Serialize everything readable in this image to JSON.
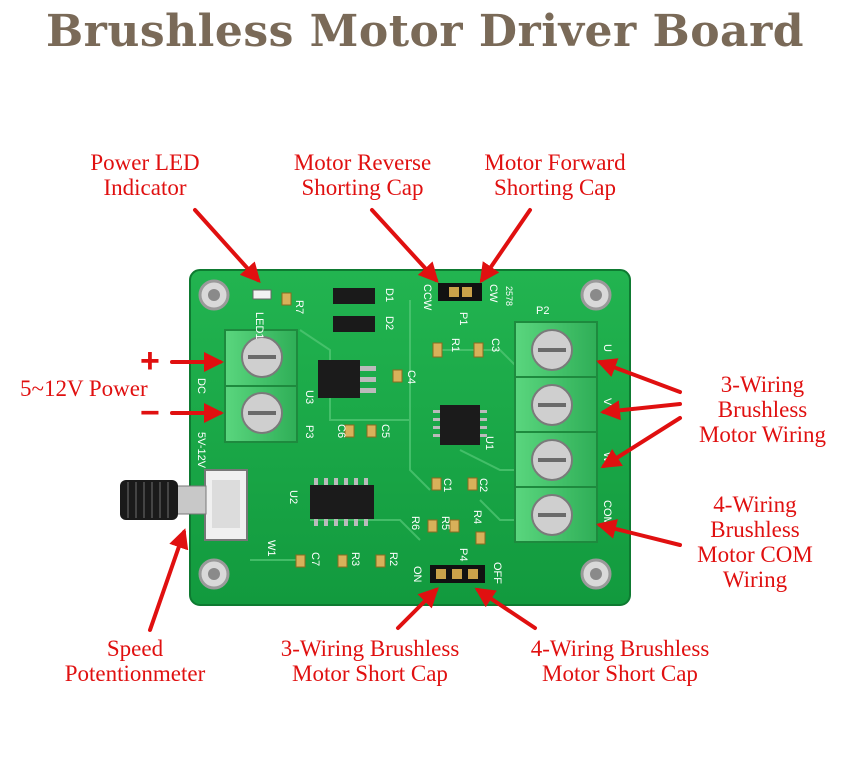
{
  "title": "Brushless Motor Driver Board",
  "callouts": {
    "power_led": [
      "Power LED",
      "Indicator"
    ],
    "motor_reverse": [
      "Motor Reverse",
      "Shorting Cap"
    ],
    "motor_forward": [
      "Motor Forward",
      "Shorting Cap"
    ],
    "power": "5~12V Power",
    "wiring3": [
      "3-Wiring",
      "Brushless",
      "Motor Wiring"
    ],
    "wiring4": [
      "4-Wiring",
      "Brushless",
      "Motor COM",
      "Wiring"
    ],
    "speed_pot": [
      "Speed",
      "Potentionmeter"
    ],
    "short3": [
      "3-Wiring Brushless",
      "Motor Short Cap"
    ],
    "short4": [
      "4-Wiring Brushless",
      "Motor Short Cap"
    ]
  },
  "signs": {
    "plus": "+",
    "minus": "−"
  },
  "silkscreen": {
    "led1": "LED1",
    "r7": "R7",
    "d1": "D1",
    "d2": "D2",
    "ccw": "CCW",
    "cw": "CW",
    "p1": "P1",
    "code": "2578",
    "p2": "P2",
    "r1": "R1",
    "c3": "C3",
    "c4": "C4",
    "u3": "U3",
    "p3": "P3",
    "c6": "C6",
    "c5": "C5",
    "dc": "DC",
    "volt": "5V-12V",
    "u1": "U1",
    "u2": "U2",
    "c1": "C1",
    "c2": "C2",
    "r6": "R6",
    "r5": "R5",
    "r4": "R4",
    "p4": "P4",
    "on": "ON",
    "off": "OFF",
    "w1": "W1",
    "c7": "C7",
    "r3": "R3",
    "r2": "R2",
    "u": "U",
    "v": "V",
    "w": "W",
    "com": "COM"
  },
  "colors": {
    "title": "#7a6a58",
    "callout": "#e01010",
    "pcb": "#1aa84a",
    "terminal": "#3fc46a"
  }
}
